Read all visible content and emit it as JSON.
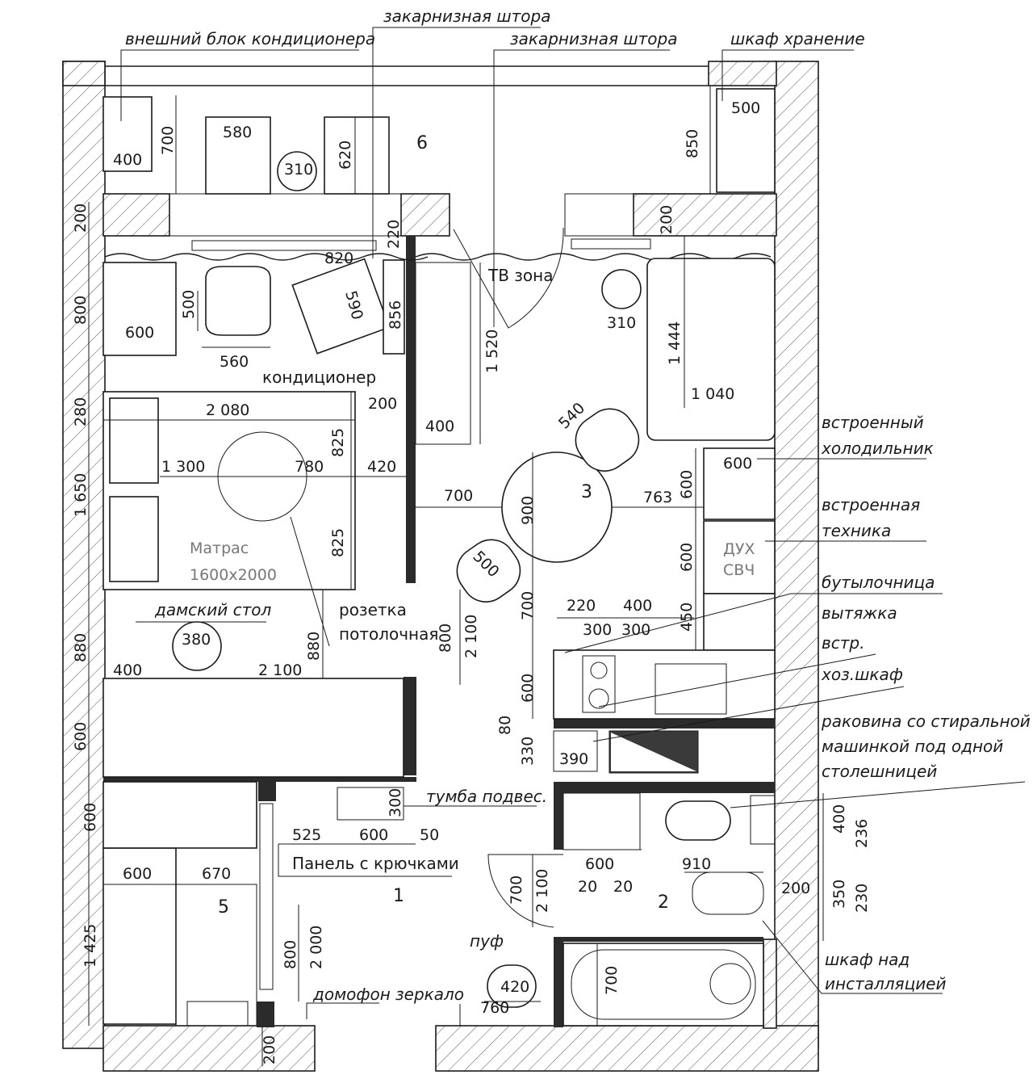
{
  "rooms": {
    "hall": "1",
    "bath": "2",
    "living": "3",
    "wardrobe": "5",
    "balcony": "6"
  },
  "annotations": {
    "ac_outdoor": "внешний блок кондиционера",
    "curtain_1": "закарнизная штора",
    "curtain_2": "закарнизная штора",
    "storage": "шкаф хранение",
    "tv_zone": "ТВ зона",
    "ac": "кондиционер",
    "mattress_line1": "Матрас",
    "mattress_line2": "1600х2000",
    "ceiling_socket_1": "розетка",
    "ceiling_socket_2": "потолочная",
    "vanity": "дамский стол",
    "fridge_1": "встроенный",
    "fridge_2": "холодильник",
    "appliances_1": "встроенная",
    "appliances_2": "техника",
    "microwave_1": "ДУХ",
    "microwave_2": "СВЧ",
    "bottle": "бутылочница",
    "hood_1": "вытяжка",
    "hood_2": "встр.",
    "utility": "хоз.шкаф",
    "sink_1": "раковина со стиральной",
    "sink_2": "машинкой под одной",
    "sink_3": "столешницей",
    "hanging_cab": "тумба подвес.",
    "hooks": "Панель с крючками",
    "pouf": "пуф",
    "intercom": "домофон",
    "mirror": "зеркало",
    "install_cab_1": "шкаф над",
    "install_cab_2": "инсталляцией"
  },
  "dims": {
    "d400a": "400",
    "d700a": "700",
    "d580": "580",
    "d310a": "310",
    "d620": "620",
    "d850": "850",
    "d500a": "500",
    "d200a": "200",
    "d200b": "200",
    "d220": "220",
    "d820": "820",
    "d800a": "800",
    "d500b": "500",
    "d600a": "600",
    "d560": "560",
    "d590": "590",
    "d856": "856",
    "d1520": "1 520",
    "d310b": "310",
    "d1444": "1 444",
    "d1040": "1 040",
    "d280": "280",
    "d200c": "200",
    "d2080": "2 080",
    "d825a": "825",
    "d400b": "400",
    "d540": "540",
    "d1650": "1 650",
    "d1300": "1 300",
    "d780": "780",
    "d420": "420",
    "d700b": "700",
    "d900": "900",
    "d763": "763",
    "d600b": "600",
    "d600c": "600",
    "d825b": "825",
    "d500c": "500",
    "d600d": "600",
    "d220b": "220",
    "d400c": "400",
    "d300a": "300",
    "d300b": "300",
    "d450": "450",
    "d880a": "880",
    "d380": "380",
    "d880b": "880",
    "d800b": "800",
    "d2100a": "2 100",
    "d700c": "700",
    "d400d": "400",
    "d2100b": "2 100",
    "d600e": "600",
    "d600f": "600",
    "d80": "80",
    "d330": "330",
    "d390": "390",
    "d600g": "600",
    "d300c": "300",
    "d400e": "400",
    "d236": "236",
    "d525": "525",
    "d600h": "600",
    "d50": "50",
    "d600i": "600",
    "d670": "670",
    "d600j": "600",
    "d910": "910",
    "d20a": "20",
    "d20b": "20",
    "d700d": "700",
    "d2100c": "2 100",
    "d200d": "200",
    "d350": "350",
    "d230": "230",
    "d1425": "1 425",
    "d800c": "800",
    "d2000": "2 000",
    "d420b": "420",
    "d760": "760",
    "d700e": "700",
    "d200e": "200"
  }
}
